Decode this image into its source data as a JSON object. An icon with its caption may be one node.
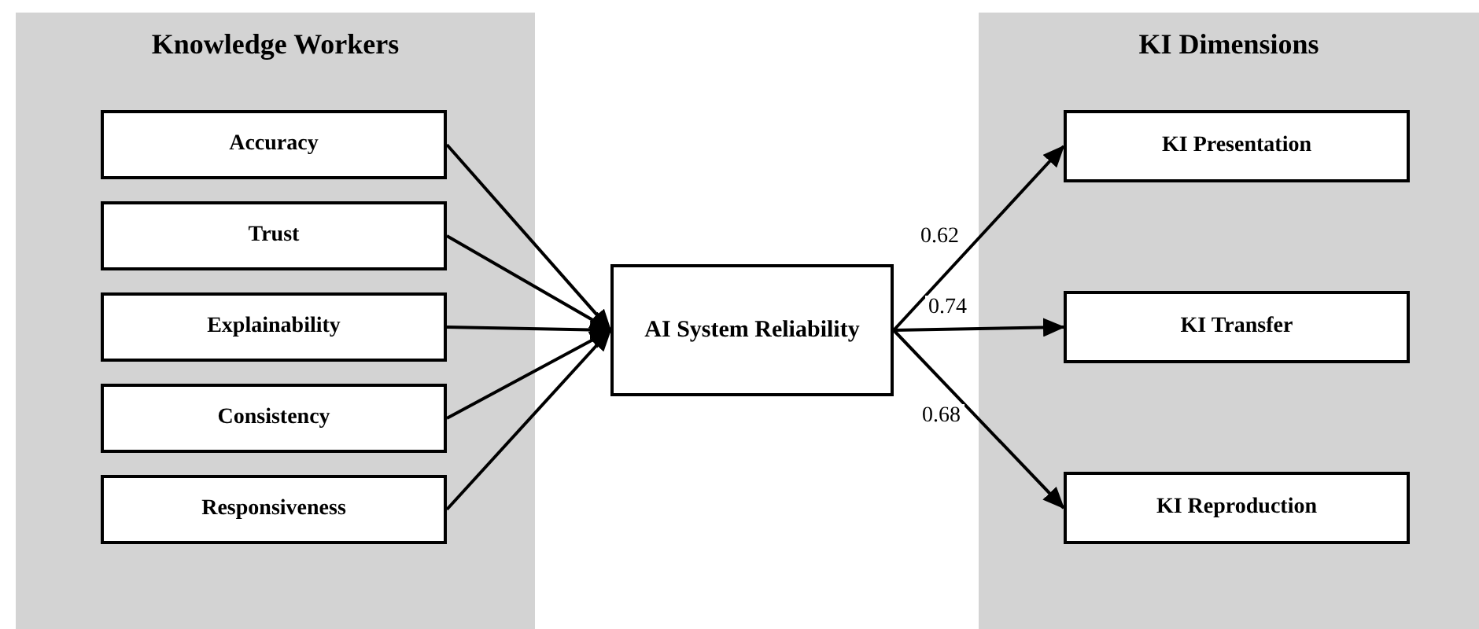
{
  "diagram": {
    "nodes": [
      {
        "text": [
          "Knowledge Workers"
        ]
      },
      {
        "text": [
          "Accuracy"
        ],
        "in": 0
      },
      {
        "text": [
          "Trust"
        ],
        "in": 0
      },
      {
        "text": [
          "Explainability"
        ],
        "in": 0
      },
      {
        "text": [
          "Consistency"
        ],
        "in": 0
      },
      {
        "text": [
          "Responsiveness"
        ],
        "in": 0
      },
      {
        "text": [
          "AI System Reliability"
        ]
      },
      {
        "text": [
          "KI Dimensions"
        ]
      },
      {
        "text": [
          "KI Presentation"
        ],
        "in": 7
      },
      {
        "text": [
          "KI Transfer"
        ],
        "in": 7
      },
      {
        "text": [
          "KI Reproduction"
        ],
        "in": 7
      }
    ],
    "edges": [
      {
        "from": 1,
        "to": 6,
        "arrow": "to"
      },
      {
        "from": 2,
        "to": 6,
        "arrow": "to"
      },
      {
        "from": 3,
        "to": 6,
        "arrow": "to"
      },
      {
        "from": 4,
        "to": 6,
        "arrow": "to"
      },
      {
        "from": 5,
        "to": 6,
        "arrow": "to"
      },
      {
        "from": 6,
        "to": 8,
        "arrow": "to",
        "label": "0.62"
      },
      {
        "from": 6,
        "to": 9,
        "arrow": "to",
        "label": "0.74"
      },
      {
        "from": 6,
        "to": 10,
        "arrow": "to",
        "label": "0.68"
      }
    ]
  }
}
